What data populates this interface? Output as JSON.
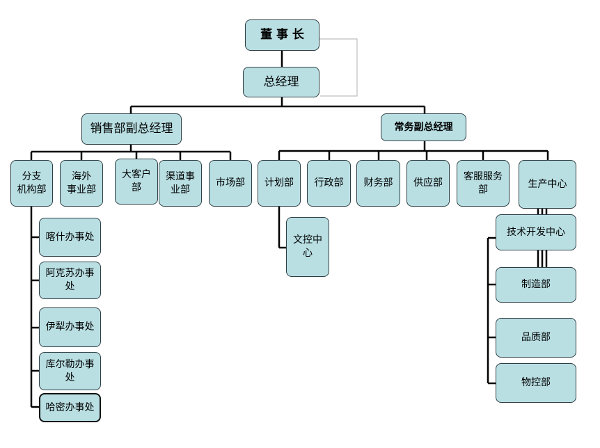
{
  "chairman": "董 事 长",
  "gm": "总经理",
  "sales_vp": "销售部副总经理",
  "exec_vp": "常务副总经理",
  "sales_depts": [
    "分支\n机构部",
    "海外\n事业部",
    "大客户\n部",
    "渠道事\n业部",
    "市场部"
  ],
  "offices": [
    "喀什办事处",
    "阿克苏办事处",
    "伊犁办事处",
    "库尔勒办事处",
    "哈密办事处"
  ],
  "exec_depts": [
    "计划部",
    "行政部",
    "财务部",
    "供应部",
    "客服服务部",
    "生产中心"
  ],
  "plan_sub": "文控中心",
  "production_sub": [
    "技术开发中心",
    "制造部",
    "品质部",
    "物控部"
  ],
  "colors": {
    "node_fill": "#b9dfe3",
    "node_border": "#2f3f44",
    "line": "#000000"
  }
}
